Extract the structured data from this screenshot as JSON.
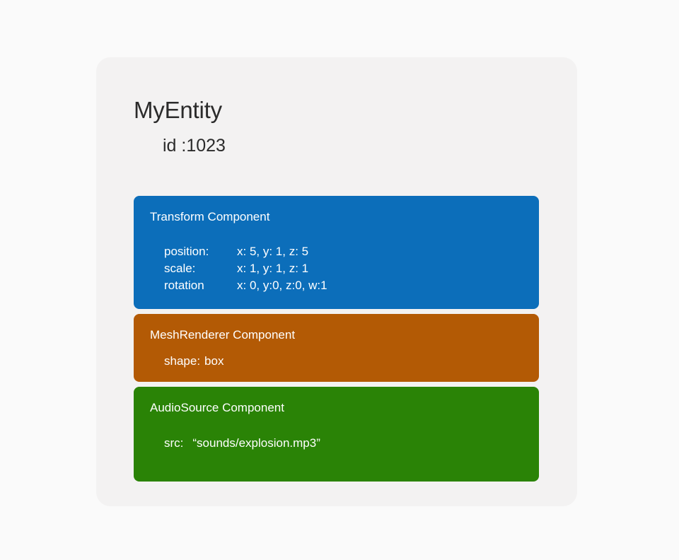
{
  "entity": {
    "name": "MyEntity",
    "id_label": "id :1023"
  },
  "components": [
    {
      "key": "transform",
      "title": "Transform Component",
      "color": "#0c6eba",
      "fields": [
        {
          "label": "position:",
          "value": "x: 5, y: 1, z: 5"
        },
        {
          "label": "scale:",
          "value": "x: 1, y: 1, z: 1"
        },
        {
          "label": "rotation",
          "value": "x: 0, y:0, z:0, w:1"
        }
      ]
    },
    {
      "key": "meshrenderer",
      "title": "MeshRenderer Component",
      "color": "#b35a05",
      "fields": [
        {
          "label": "shape:",
          "value": "box"
        }
      ]
    },
    {
      "key": "audiosource",
      "title": "AudioSource Component",
      "color": "#2a8306",
      "fields": [
        {
          "label": "src:",
          "value": "“sounds/explosion.mp3”"
        }
      ]
    }
  ],
  "theme": {
    "page_background": "#fafafa",
    "card_background": "#f3f2f2",
    "title_color": "#2b2b2b",
    "component_text_color": "#ffffff"
  }
}
